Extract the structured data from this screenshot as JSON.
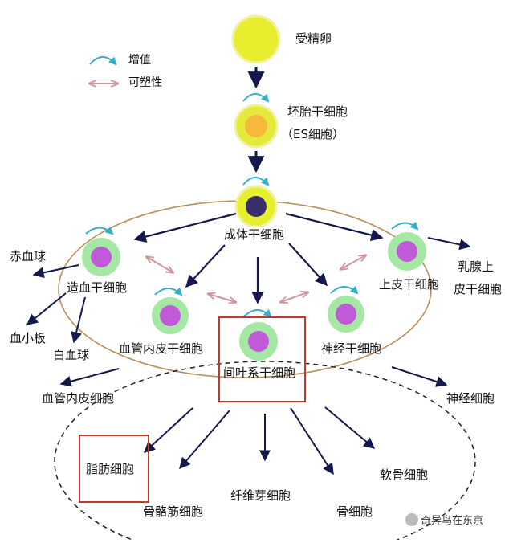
{
  "legend": {
    "proliferation_label": "增值",
    "plasticity_label": "可塑性"
  },
  "cells": {
    "zygote": "受精卵",
    "es_cell_line1": "坯胎干细胞",
    "es_cell_line2": "（ES细胞）",
    "adult_stem": "成体干细胞",
    "hematopoietic": "造血干细胞",
    "epidermal": "上皮干细胞",
    "endothelial_stem": "血管内皮干细胞",
    "mesenchymal": "间叶系干细胞",
    "neural_stem": "神经干细胞"
  },
  "products": {
    "red_blood_cell": "赤血球",
    "platelet": "血小板",
    "white_blood_cell": "白血球",
    "mammary_line1": "乳腺上",
    "mammary_line2": "皮干细胞",
    "endothelial_cell": "血管内皮细胞",
    "neuron": "神经细胞",
    "adipocyte": "脂肪细胞",
    "skeletal_muscle": "骨骼筋细胞",
    "fibroblast": "纤维芽细胞",
    "osteocyte": "骨细胞",
    "chondrocyte": "软骨细胞"
  },
  "watermark": "奇异鸟在东京",
  "colors": {
    "zygote": "#e6ee2e",
    "es_outer": "#e3ea3a",
    "es_inner": "#f7b93a",
    "adult_core": "#3a2f6e",
    "stem_ring": "#a4e8a4",
    "stem_core": "#c05ad8",
    "arrow": "#14184a",
    "loop_arrow": "#33b0c8",
    "plasticity_arrow": "#d0959d",
    "big_ellipse": "#b98e5c",
    "highlight_box": "#c0392b"
  }
}
